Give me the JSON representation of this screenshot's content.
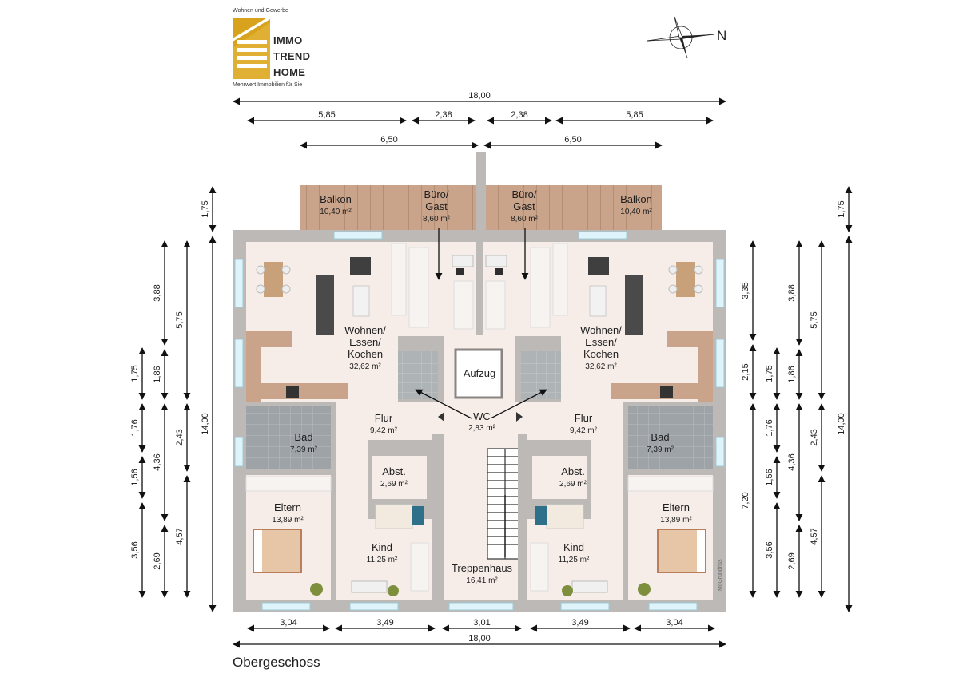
{
  "logo": {
    "top_text": "Wohnen und Gewerbe",
    "line1": "IMMO",
    "line2": "TREND",
    "line3": "HOME",
    "bottom_text": "Mehrwert Immobilien für Sie",
    "color": "#d8a21c"
  },
  "compass": {
    "label": "N"
  },
  "floor_title": "Obergeschoss",
  "watermark": "McGrundriss",
  "colors": {
    "wall": "#bdb9b6",
    "floor": "#f6ede9",
    "tile": "#9aa0a4",
    "balcony": "#c8a38a"
  },
  "dimensions": {
    "top_total": "18,00",
    "top_row2": [
      "5,85",
      "2,38",
      "2,38",
      "5,85"
    ],
    "top_row3": [
      "6,50",
      "6,50"
    ],
    "bottom_row": [
      "3,04",
      "3,49",
      "3,01",
      "3,49",
      "3,04"
    ],
    "bottom_total": "18,00",
    "left_outer_top": "1,75",
    "left_outer_total": "14,00",
    "left_col1": [
      "1,75",
      "1,76",
      "1,56",
      "3,56"
    ],
    "left_col2": [
      "3,88",
      "1,86",
      "4,36",
      "2,69"
    ],
    "left_col3": [
      "5,75",
      "2,43",
      "4,57"
    ],
    "right_col1": [
      "3,35",
      "2,15",
      "7,20"
    ],
    "right_col2": [
      "1,75",
      "1,76",
      "1,56",
      "3,56"
    ],
    "right_col3": [
      "3,88",
      "1,86",
      "4,36",
      "2,69"
    ],
    "right_col4": [
      "5,75",
      "2,43",
      "4,57"
    ],
    "right_outer_top": "1,75",
    "right_outer_total": "14,00"
  },
  "rooms": {
    "balkon_left": {
      "name": "Balkon",
      "area": "10,40 m²"
    },
    "buero_left": {
      "name1": "Büro/",
      "name2": "Gast",
      "area": "8,60 m²"
    },
    "buero_right": {
      "name1": "Büro/",
      "name2": "Gast",
      "area": "8,60 m²"
    },
    "balkon_right": {
      "name": "Balkon",
      "area": "10,40 m²"
    },
    "wohnen_left": {
      "name1": "Wohnen/",
      "name2": "Essen/",
      "name3": "Kochen",
      "area": "32,62 m²"
    },
    "wohnen_right": {
      "name1": "Wohnen/",
      "name2": "Essen/",
      "name3": "Kochen",
      "area": "32,62 m²"
    },
    "aufzug": {
      "name": "Aufzug"
    },
    "wc": {
      "name": "WC",
      "area": "2,83 m²"
    },
    "flur_left": {
      "name": "Flur",
      "area": "9,42 m²"
    },
    "flur_right": {
      "name": "Flur",
      "area": "9,42 m²"
    },
    "bad_left": {
      "name": "Bad",
      "area": "7,39 m²"
    },
    "bad_right": {
      "name": "Bad",
      "area": "7,39 m²"
    },
    "abst_left": {
      "name": "Abst.",
      "area": "2,69 m²"
    },
    "abst_right": {
      "name": "Abst.",
      "area": "2,69 m²"
    },
    "eltern_left": {
      "name": "Eltern",
      "area": "13,89 m²"
    },
    "eltern_right": {
      "name": "Eltern",
      "area": "13,89 m²"
    },
    "kind_left": {
      "name": "Kind",
      "area": "11,25 m²"
    },
    "kind_right": {
      "name": "Kind",
      "area": "11,25 m²"
    },
    "treppenhaus": {
      "name": "Treppenhaus",
      "area": "16,41 m²"
    }
  }
}
